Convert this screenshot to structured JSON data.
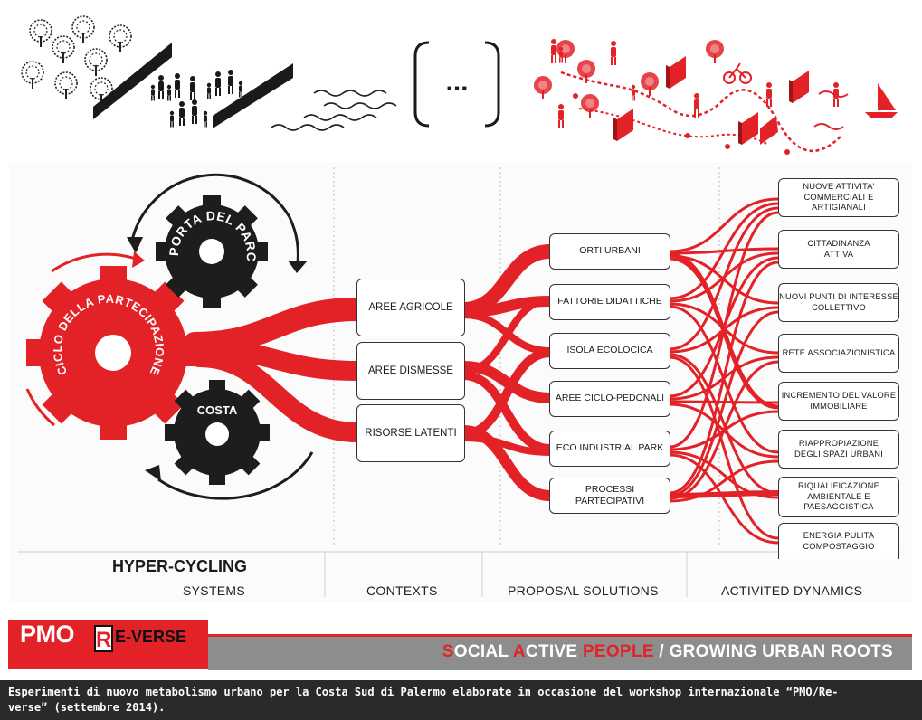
{
  "gears": {
    "red": "CICLO DELLA PARTECIPAZIONE",
    "top": "PORTA DEL PARCO",
    "bottom": "COSTA"
  },
  "ellipsis": "...",
  "hyper_title": "HYPER-CYCLING",
  "columns": [
    "SYSTEMS",
    "CONTEXTS",
    "PROPOSAL SOLUTIONS",
    "ACTIVITED DYNAMICS"
  ],
  "contexts": [
    "AREE AGRICOLE",
    "AREE DISMESSE",
    "RISORSE LATENTI"
  ],
  "proposals": [
    "ORTI URBANI",
    "FATTORIE DIDATTICHE",
    "ISOLA ECOLOCICA",
    "AREE CICLO-PEDONALI",
    "ECO INDUSTRIAL PARK",
    "PROCESSI  PARTECIPATIVI"
  ],
  "dynamics": [
    "NUOVE ATTIVITA'\nCOMMERCIALI E\nARTIGIANALI",
    "CITTADINANZA\nATTIVA",
    "NUOVI PUNTI DI INTERESSE\nCOLLETTIVO",
    "RETE  ASSOCIAZIONISTICA",
    "INCREMENTO DEL VALORE\nIMMOBILIARE",
    "RIAPPROPIAZIONE\nDEGLI SPAZI URBANI",
    "RIQUALIFICAZIONE\nAMBIENTALE E\nPAESAGGISTICA",
    "ENERGIA PULITA\nCOMPOSTAGGIO"
  ],
  "banner": {
    "logo_pmo": "PMO",
    "logo_r": "R",
    "logo_reverse": "E-VERSE",
    "tag_s": "S",
    "tag_ocial": "OCIAL ",
    "tag_a": "A",
    "tag_ctive": "CTIVE ",
    "tag_people": "PEOPLE",
    "tag_rest": " / GROWING URBAN ROOTS"
  },
  "caption": "Esperimenti di nuovo metabolismo urbano per la Costa Sud di Palermo elaborate in occasione del workshop internazionale “PMO/Re-verse” (settembre 2014).",
  "colors": {
    "accent": "#e32228",
    "dark": "#1d1d1d",
    "grey": "#8d8d8d"
  },
  "icons": [
    "tree-icon",
    "wall-icon",
    "family-icon",
    "wave-icon",
    "bracket-icon",
    "close-icon"
  ]
}
